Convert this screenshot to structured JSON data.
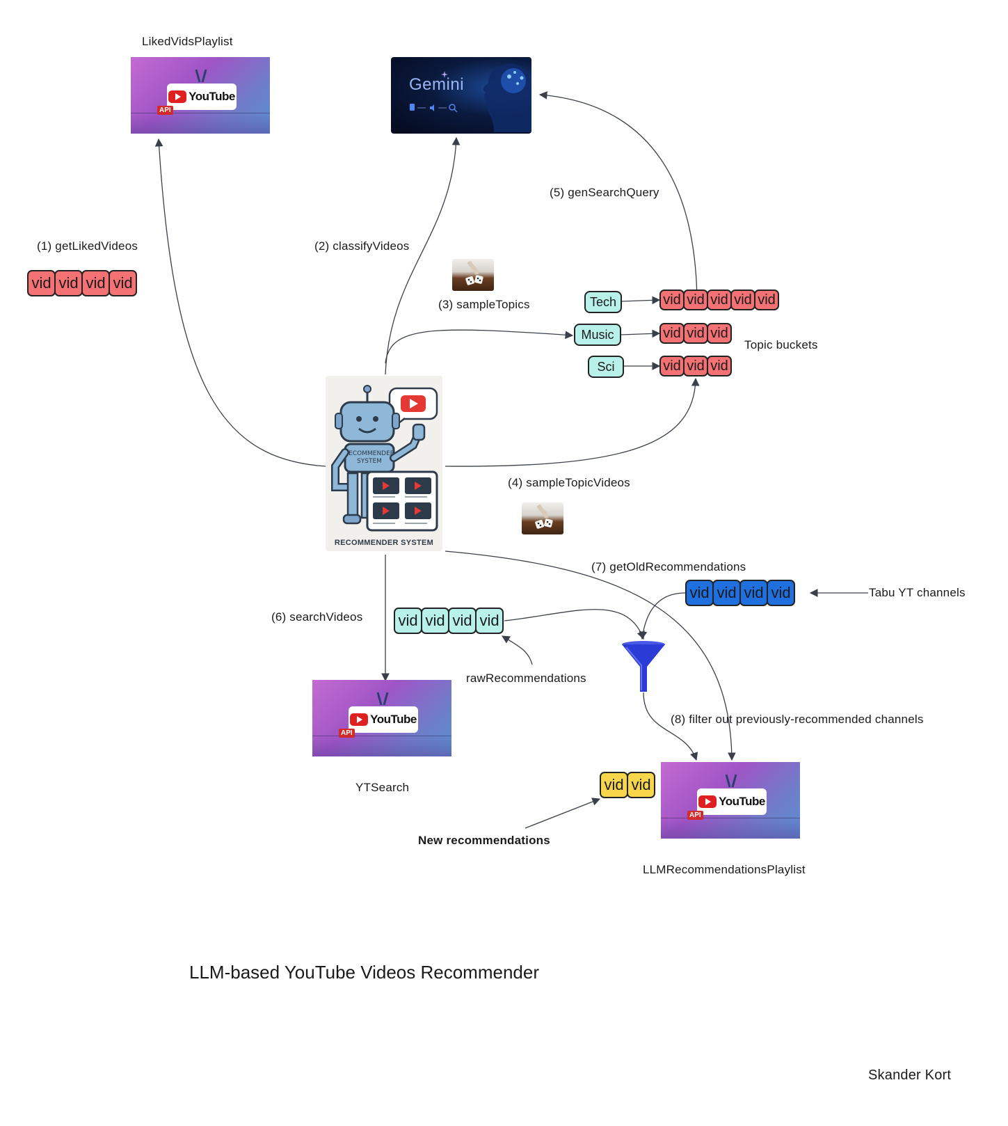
{
  "title": "LLM-based YouTube Videos Recommender",
  "author": "Skander Kort",
  "vid_label": "vid",
  "nodes": {
    "liked_playlist": "LikedVidsPlaylist",
    "yt_search": "YTSearch",
    "llm_playlist": "LLMRecommendationsPlaylist",
    "gemini_word": "Gemini",
    "youtube_word": "YouTube",
    "api_badge": "API",
    "robot_panel": "RECOMMENDER SYSTEM",
    "robot_caption": "RECOMMENDER SYSTEM"
  },
  "steps": {
    "s1": "(1) getLikedVideos",
    "s2": "(2) classifyVideos",
    "s3": "(3) sampleTopics",
    "s4": "(4) sampleTopicVideos",
    "s5": "(5) genSearchQuery",
    "s6": "(6) searchVideos",
    "s7": "(7) getOldRecommendations",
    "s8": "(8) filter out previously-recommended channels"
  },
  "annotations": {
    "topic_buckets": "Topic buckets",
    "tabu": "Tabu YT channels",
    "raw": "rawRecommendations",
    "new_recs": "New recommendations"
  },
  "topics": [
    "Tech",
    "Music",
    "Sci"
  ],
  "strips": {
    "liked": [
      "vid",
      "vid",
      "vid",
      "vid"
    ],
    "tech": [
      "vid",
      "vid",
      "vid",
      "vid",
      "vid"
    ],
    "music": [
      "vid",
      "vid",
      "vid"
    ],
    "sci": [
      "vid",
      "vid",
      "vid"
    ],
    "old_recs": [
      "vid",
      "vid",
      "vid",
      "vid"
    ],
    "raw_recs": [
      "vid",
      "vid",
      "vid",
      "vid"
    ],
    "new_recs": [
      "vid",
      "vid"
    ]
  },
  "colors": {
    "liked": "#f47174",
    "old_recs": "#1f6fde",
    "raw_recs": "#b8f0ea",
    "new_recs": "#f7d64b",
    "funnel": "#2b3bd6",
    "arrow": "#3a3f4a"
  }
}
